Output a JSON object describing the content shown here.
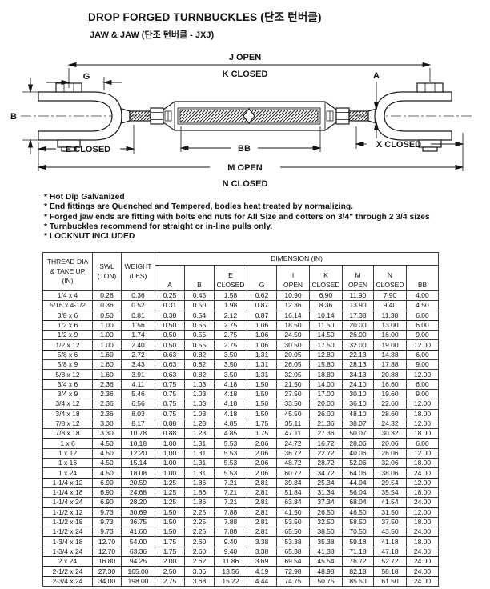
{
  "title": "DROP FORGED TURNBUCKLES  (단조 턴버클)",
  "subtitle": "JAW & JAW  (단조 턴버클 - JXJ)",
  "diagram": {
    "labels": {
      "j_open": "J OPEN",
      "k_closed": "K CLOSED",
      "g": "G",
      "a": "A",
      "b": "B",
      "bb": "BB",
      "e_closed": "E CLOSED",
      "x_closed": "X CLOSED",
      "m_open": "M OPEN",
      "n_closed": "N CLOSED"
    }
  },
  "notes": [
    "* Hot Dip Galvanized",
    "* End fittings are Quenched and Tempered, bodies heat treated by normalizing.",
    "* Forged jaw ends are fitting with bolts end nuts for All Size and cotters on 3/4\" through 2 3/4 sizes",
    "* Turnbuckles recommend for straight or in-line pulls only.",
    "* LOCKNUT INCLUDED"
  ],
  "table": {
    "col1_header": {
      "l1": "THREAD DIA",
      "l2": "& TAKE UP",
      "l3": "(IN)"
    },
    "col2_header": {
      "l1": "SWL",
      "l2": "(TON)"
    },
    "col3_header": {
      "l1": "WEIGHT",
      "l2": "(LBS)"
    },
    "dim_group_header": "DIMENSION (IN)",
    "dim_headers": [
      {
        "l1": "",
        "l2": "A"
      },
      {
        "l1": "",
        "l2": "B"
      },
      {
        "l1": "E",
        "l2": "CLOSED"
      },
      {
        "l1": "",
        "l2": "G"
      },
      {
        "l1": "I",
        "l2": "OPEN"
      },
      {
        "l1": "K",
        "l2": "CLOSED"
      },
      {
        "l1": "M",
        "l2": "OPEN"
      },
      {
        "l1": "N",
        "l2": "CLOSED"
      },
      {
        "l1": "",
        "l2": "BB"
      }
    ],
    "rows": [
      [
        "1/4 x 4",
        "0.28",
        "0.36",
        "0.25",
        "0.45",
        "1.58",
        "0.62",
        "10.90",
        "6.90",
        "11.90",
        "7.90",
        "4.00"
      ],
      [
        "5/16 x 4-1/2",
        "0.36",
        "0.52",
        "0.31",
        "0.50",
        "1.98",
        "0.87",
        "12.36",
        "8.36",
        "13.90",
        "9.40",
        "4.50"
      ],
      [
        "3/8 x 6",
        "0.50",
        "0.81",
        "0.38",
        "0.54",
        "2.12",
        "0.87",
        "16.14",
        "10.14",
        "17.38",
        "11.38",
        "6.00"
      ],
      [
        "1/2 x 6",
        "1.00",
        "1.56",
        "0.50",
        "0.55",
        "2.75",
        "1.06",
        "18.50",
        "11.50",
        "20.00",
        "13.00",
        "6.00"
      ],
      [
        "1/2 x 9",
        "1.00",
        "1.74",
        "0.50",
        "0.55",
        "2.75",
        "1.06",
        "24.50",
        "14.50",
        "26.00",
        "16.00",
        "9.00"
      ],
      [
        "1/2 x 12",
        "1.00",
        "2.40",
        "0.50",
        "0.55",
        "2.75",
        "1.06",
        "30.50",
        "17.50",
        "32.00",
        "19.00",
        "12.00"
      ],
      [
        "5/8 x 6",
        "1.60",
        "2.72",
        "0.63",
        "0.82",
        "3.50",
        "1.31",
        "20.05",
        "12.80",
        "22.13",
        "14.88",
        "6.00"
      ],
      [
        "5/8 x 9",
        "1.60",
        "3.43",
        "0.63",
        "0.82",
        "3.50",
        "1.31",
        "26.05",
        "15.80",
        "28.13",
        "17.88",
        "9.00"
      ],
      [
        "5/8 x 12",
        "1.60",
        "3.91",
        "0.63",
        "0.82",
        "3.50",
        "1.31",
        "32.05",
        "18.80",
        "34.13",
        "20.88",
        "12.00"
      ],
      [
        "3/4 x 6",
        "2.36",
        "4.11",
        "0.75",
        "1.03",
        "4.18",
        "1.50",
        "21.50",
        "14.00",
        "24.10",
        "16.60",
        "6.00"
      ],
      [
        "3/4 x 9",
        "2.36",
        "5.46",
        "0.75",
        "1.03",
        "4.18",
        "1.50",
        "27.50",
        "17.00",
        "30.10",
        "19.60",
        "9.00"
      ],
      [
        "3/4 x 12",
        "2.36",
        "6.56",
        "0.75",
        "1.03",
        "4.18",
        "1.50",
        "33.50",
        "20.00",
        "36.10",
        "22.60",
        "12.00"
      ],
      [
        "3/4 x 18",
        "2.36",
        "8.03",
        "0.75",
        "1.03",
        "4.18",
        "1.50",
        "45.50",
        "26.00",
        "48.10",
        "28.60",
        "18.00"
      ],
      [
        "7/8 x 12",
        "3.30",
        "8.17",
        "0.88",
        "1.23",
        "4.85",
        "1.75",
        "35.11",
        "21.36",
        "38.07",
        "24.32",
        "12.00"
      ],
      [
        "7/8 x 18",
        "3.30",
        "10.78",
        "0.88",
        "1.23",
        "4.85",
        "1.75",
        "47.11",
        "27.36",
        "50.07",
        "30.32",
        "18.00"
      ],
      [
        "1 x 6",
        "4.50",
        "10.18",
        "1.00",
        "1.31",
        "5.53",
        "2.06",
        "24.72",
        "16.72",
        "28.06",
        "20.06",
        "6.00"
      ],
      [
        "1 x 12",
        "4.50",
        "12.20",
        "1.00",
        "1.31",
        "5.53",
        "2.06",
        "36.72",
        "22.72",
        "40.06",
        "26.06",
        "12.00"
      ],
      [
        "1 x 16",
        "4.50",
        "15.14",
        "1.00",
        "1.31",
        "5.53",
        "2.06",
        "48.72",
        "28.72",
        "52.06",
        "32.06",
        "18.00"
      ],
      [
        "1 x 24",
        "4.50",
        "18.08",
        "1.00",
        "1.31",
        "5.53",
        "2.06",
        "60.72",
        "34.72",
        "64.06",
        "38.06",
        "24.00"
      ],
      [
        "1-1/4 x 12",
        "6.90",
        "20.59",
        "1.25",
        "1.86",
        "7.21",
        "2.81",
        "39.84",
        "25.34",
        "44.04",
        "29.54",
        "12.00"
      ],
      [
        "1-1/4 x 18",
        "6.90",
        "24.68",
        "1.25",
        "1.86",
        "7.21",
        "2.81",
        "51.84",
        "31.34",
        "56.04",
        "35.54",
        "18.00"
      ],
      [
        "1-1/4 x 24",
        "6.90",
        "28.20",
        "1.25",
        "1.86",
        "7.21",
        "2.81",
        "63.84",
        "37.34",
        "68.04",
        "41.54",
        "24.00"
      ],
      [
        "1-1/2 x 12",
        "9.73",
        "30.69",
        "1.50",
        "2.25",
        "7.88",
        "2.81",
        "41.50",
        "26.50",
        "46.50",
        "31.50",
        "12.00"
      ],
      [
        "1-1/2 x 18",
        "9.73",
        "36.75",
        "1.50",
        "2.25",
        "7.88",
        "2.81",
        "53.50",
        "32.50",
        "58.50",
        "37.50",
        "18.00"
      ],
      [
        "1-1/2 x 24",
        "9.73",
        "41.60",
        "1.50",
        "2.25",
        "7.88",
        "2.81",
        "65.50",
        "38.50",
        "70.50",
        "43.50",
        "24.00"
      ],
      [
        "1-3/4 x 18",
        "12.70",
        "54.00",
        "1.75",
        "2.60",
        "9.40",
        "3.38",
        "53.38",
        "35.38",
        "59.18",
        "41.18",
        "18.00"
      ],
      [
        "1-3/4 x 24",
        "12.70",
        "63.36",
        "1.75",
        "2.60",
        "9.40",
        "3.38",
        "65.38",
        "41.38",
        "71.18",
        "47.18",
        "24.00"
      ],
      [
        "2 x 24",
        "16.80",
        "94.25",
        "2.00",
        "2.62",
        "11.86",
        "3.69",
        "69.54",
        "45.54",
        "76.72",
        "52.72",
        "24.00"
      ],
      [
        "2-1/2 x 24",
        "27.30",
        "165.00",
        "2.50",
        "3.06",
        "13.56",
        "4.19",
        "72.98",
        "48.98",
        "82.18",
        "58.18",
        "24.00"
      ],
      [
        "2-3/4 x 24",
        "34.00",
        "198.00",
        "2.75",
        "3.68",
        "15.22",
        "4.44",
        "74.75",
        "50.75",
        "85.50",
        "61.50",
        "24.00"
      ]
    ],
    "group_end_rows": [
      2,
      5,
      8,
      12,
      14,
      18,
      21,
      24,
      26,
      27,
      28
    ]
  }
}
